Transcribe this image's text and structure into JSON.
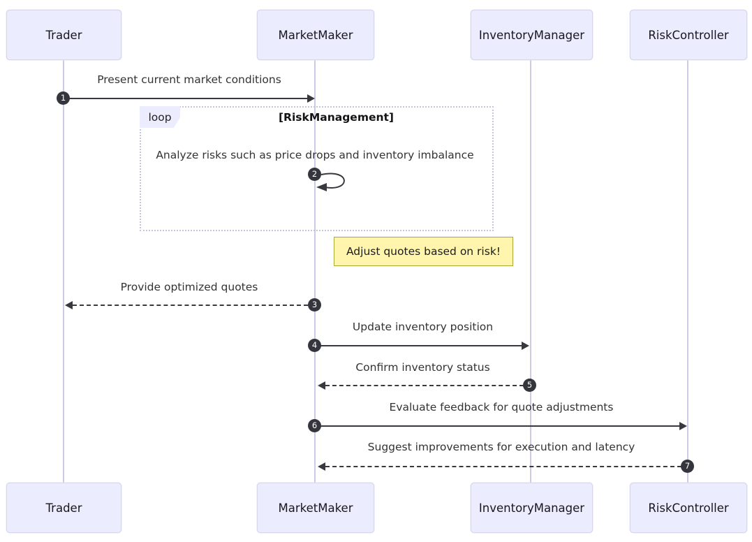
{
  "diagram": {
    "type": "sequence",
    "participants": [
      {
        "name": "Trader"
      },
      {
        "name": "MarketMaker"
      },
      {
        "name": "InventoryManager"
      },
      {
        "name": "RiskController"
      }
    ],
    "loop": {
      "keyword": "loop",
      "condition": "[RiskManagement]"
    },
    "note": {
      "text": "Adjust quotes based on risk!",
      "over": "MarketMaker"
    },
    "messages": [
      {
        "seq": "1",
        "from": "Trader",
        "to": "MarketMaker",
        "label": "Present current market conditions",
        "style": "solid"
      },
      {
        "seq": "2",
        "from": "MarketMaker",
        "to": "MarketMaker",
        "label": "Analyze risks such as price drops and inventory imbalance",
        "style": "self"
      },
      {
        "seq": "3",
        "from": "MarketMaker",
        "to": "Trader",
        "label": "Provide optimized quotes",
        "style": "dashed"
      },
      {
        "seq": "4",
        "from": "MarketMaker",
        "to": "InventoryManager",
        "label": "Update inventory position",
        "style": "solid"
      },
      {
        "seq": "5",
        "from": "InventoryManager",
        "to": "MarketMaker",
        "label": "Confirm inventory status",
        "style": "dashed"
      },
      {
        "seq": "6",
        "from": "MarketMaker",
        "to": "RiskController",
        "label": "Evaluate feedback for quote adjustments",
        "style": "solid"
      },
      {
        "seq": "7",
        "from": "RiskController",
        "to": "MarketMaker",
        "label": "Suggest improvements for execution and latency",
        "style": "dashed"
      }
    ],
    "colors": {
      "participant_fill": "#ECECFF",
      "participant_border": "#d7d7ec",
      "lifeline": "#cbcbe8",
      "arrow": "#38383f",
      "seq_badge": "#35353d",
      "note_fill": "#fff5ad",
      "note_border": "#a9a933",
      "loop_border": "#c3c3e2"
    }
  }
}
